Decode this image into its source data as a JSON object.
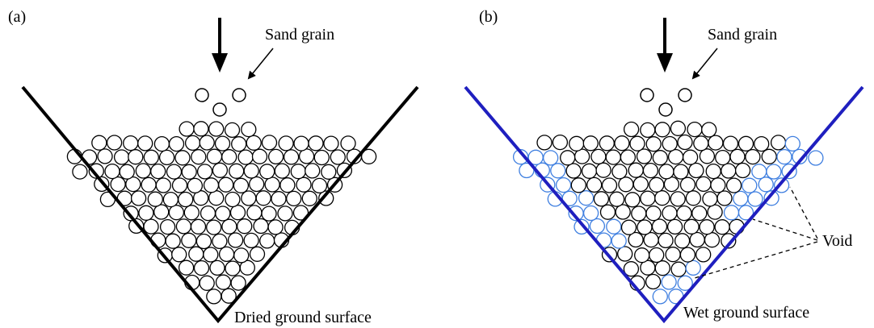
{
  "panels": [
    {
      "id": "a",
      "label": "(a)",
      "grain_label": "Sand grain",
      "surface_label": "Dried ground surface",
      "wall_color": "#000000"
    },
    {
      "id": "b",
      "label": "(b)",
      "grain_label": "Sand grain",
      "surface_label": "Wet ground surface",
      "void_label": "Void",
      "wall_color": "#1f1fbf",
      "void_color": "#3f7fe0"
    }
  ],
  "colors": {
    "grain_outline": "#000000",
    "grain_fill": "#ffffff"
  }
}
